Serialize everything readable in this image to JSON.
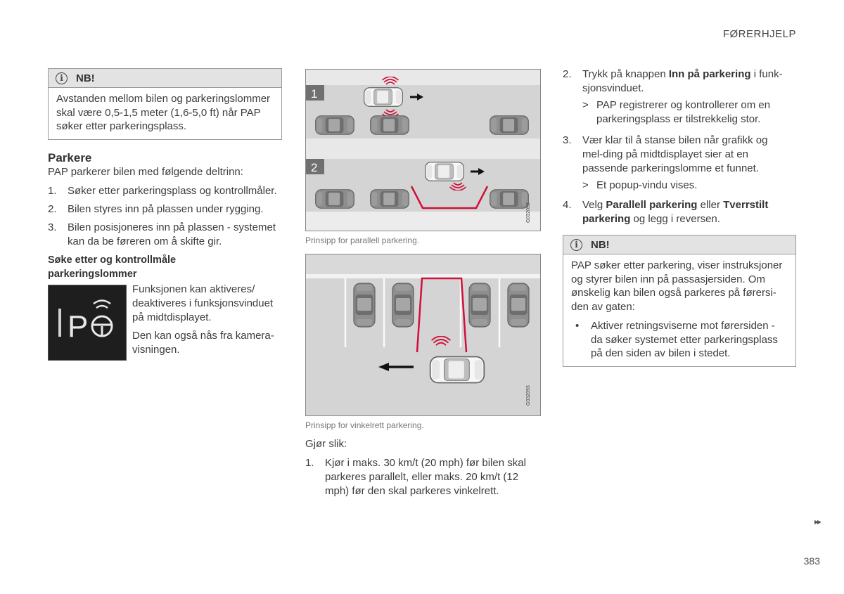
{
  "header": {
    "section": "FØRERHJELP",
    "page_number": "383",
    "continue_marker": "▸▸"
  },
  "left": {
    "note": {
      "title": "NB!",
      "text": "Avstanden mellom bilen og parkeringslommer skal være 0,5-1,5 meter (1,6-5,0 ft) når PAP søker etter parkeringsplass."
    },
    "parkere": {
      "heading": "Parkere",
      "intro": "PAP parkerer bilen med følgende deltrinn:",
      "steps": [
        {
          "num": "1.",
          "text": "Søker etter parkeringsplass og kontrollmåler."
        },
        {
          "num": "2.",
          "text": "Bilen styres inn på plassen under rygging."
        },
        {
          "num": "3.",
          "text": "Bilen posisjoneres inn på plassen - systemet kan da be føreren om å skifte gir."
        }
      ]
    },
    "sok": {
      "heading_line1": "Søke etter og kontrollmåle",
      "heading_line2": "parkeringslommer",
      "para1": "Funksjonen kan aktiveres/ deaktiveres i funksjonsvinduet på midtdisplayet.",
      "para2": "Den kan også nås fra kamera-visningen.",
      "button_icon": "pap-parking-assist-icon"
    }
  },
  "middle": {
    "figure1": {
      "label1": "1",
      "label2": "2",
      "code": "G032092",
      "caption": "Prinsipp for parallell parkering."
    },
    "figure2": {
      "code": "G032093",
      "caption": "Prinsipp for vinkelrett parkering."
    },
    "gjor_slik": "Gjør slik:",
    "step1": {
      "num": "1.",
      "text": "Kjør i maks. 30 km/t (20 mph) før bilen skal parkeres parallelt, eller maks. 20 km/t (12 mph) før den skal parkeres vinkelrett."
    }
  },
  "right": {
    "step2": {
      "num": "2.",
      "pre": "Trykk på knappen ",
      "bold": "Inn på parkering",
      "post": " i funk-sjonsvinduet."
    },
    "step2_sub": {
      "gt": ">",
      "text": "PAP registrerer og kontrollerer om en parkeringsplass er tilstrekkelig stor."
    },
    "step3": {
      "num": "3.",
      "text": "Vær klar til å stanse bilen når grafikk og mel-ding på midtdisplayet sier at en passende parkeringslomme et funnet."
    },
    "step3_sub": {
      "gt": ">",
      "text": "Et popup-vindu vises."
    },
    "step4": {
      "num": "4.",
      "pre": "Velg ",
      "bold1": "Parallell parkering",
      "mid": " eller ",
      "bold2": "Tverrstilt parkering",
      "post": " og legg i reversen."
    },
    "note": {
      "title": "NB!",
      "text": "PAP søker etter parkering, viser instruksjoner og styrer bilen inn på passasjersiden. Om ønskelig kan bilen også parkeres på førersi-den av gaten:",
      "bullet": "Aktiver retningsviserne mot førersiden - da søker systemet etter parkeringsplass på den siden av bilen i stedet."
    }
  }
}
